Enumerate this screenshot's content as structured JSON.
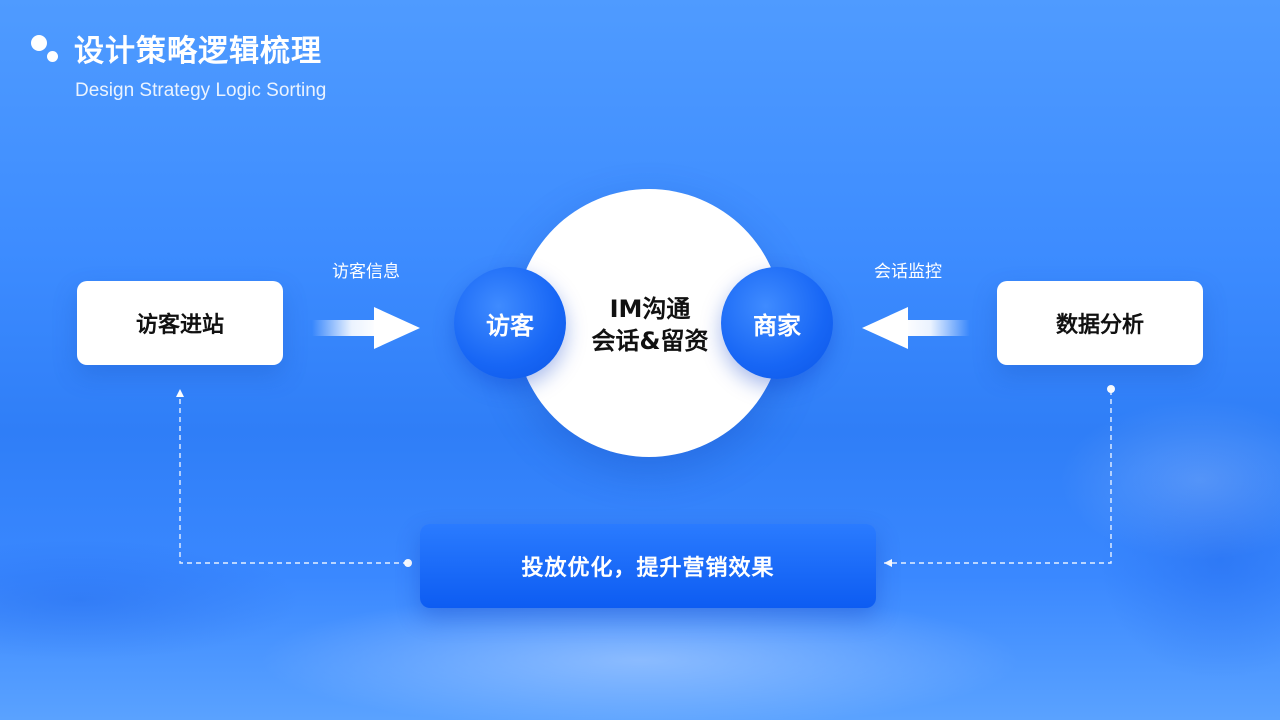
{
  "header": {
    "title": "设计策略逻辑梳理",
    "subtitle": "Design Strategy Logic Sorting"
  },
  "diagram": {
    "left_box": "访客进站",
    "right_box": "数据分析",
    "left_flow_label": "访客信息",
    "right_flow_label": "会话监控",
    "center_line1": "IM沟通",
    "center_line2": "会话&留资",
    "visitor_circle": "访客",
    "merchant_circle": "商家",
    "bottom_box": "投放优化，提升营销效果"
  },
  "colors": {
    "background": "#3d8cff",
    "accent_blue": "#1766f5",
    "box_white": "#ffffff",
    "text_dark": "#111111"
  }
}
